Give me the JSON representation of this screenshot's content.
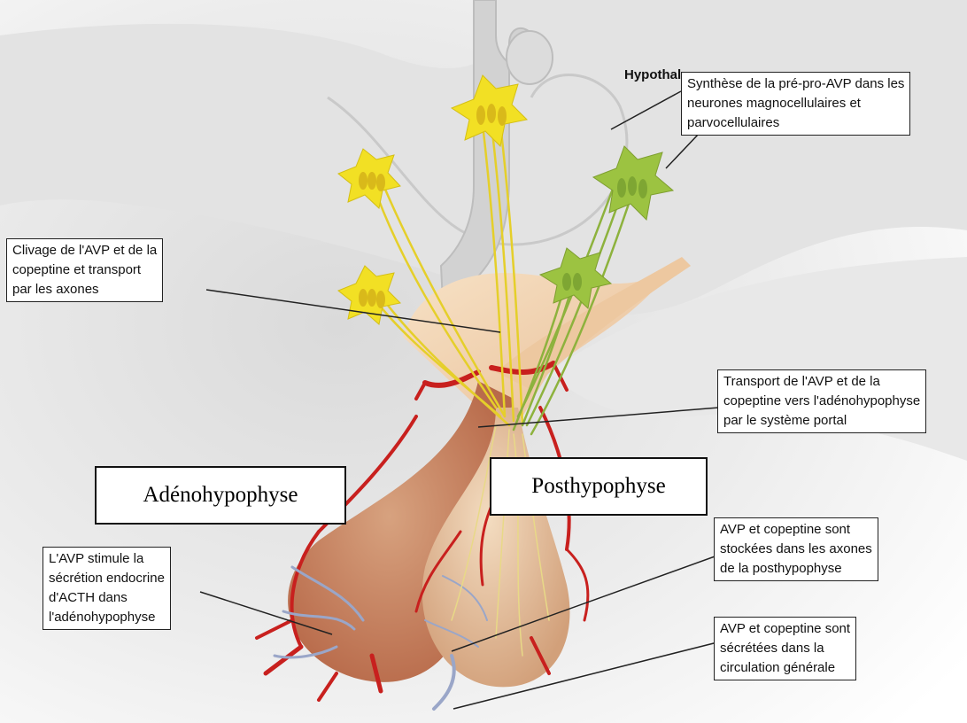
{
  "hypothalamus_label": "Hypothalamus",
  "region_labels": {
    "adenohypophyse": "Adénohypophyse",
    "posthypophyse": "Posthypophyse"
  },
  "callouts": {
    "synthese": [
      "Synthèse de la pré-pro-AVP dans les",
      "neurones magnocellulaires et",
      "parvocellulaires"
    ],
    "clivage": [
      "Clivage de l'AVP et de la",
      "copeptine et transport",
      "par les axones"
    ],
    "transport": [
      "Transport de l'AVP et de la",
      "copeptine vers l'adénohypophyse",
      "par le système portal"
    ],
    "stockage": [
      "AVP et copeptine sont",
      "stockées dans les axones",
      "de la posthypophyse"
    ],
    "acth": [
      "L'AVP stimule la",
      "sécrétion endocrine",
      "d'ACTH dans",
      "l'adénohypophyse"
    ],
    "secretion": [
      "AVP et copeptine sont",
      "sécrétées dans la",
      "circulation générale"
    ]
  },
  "colors": {
    "brain": "#d9d9d9",
    "stalk": "#f2d4b2",
    "gland": "#d99a73",
    "vessel": "#c8201e",
    "yellow_neuron": "#f2e024",
    "green_neuron": "#9cc341"
  }
}
